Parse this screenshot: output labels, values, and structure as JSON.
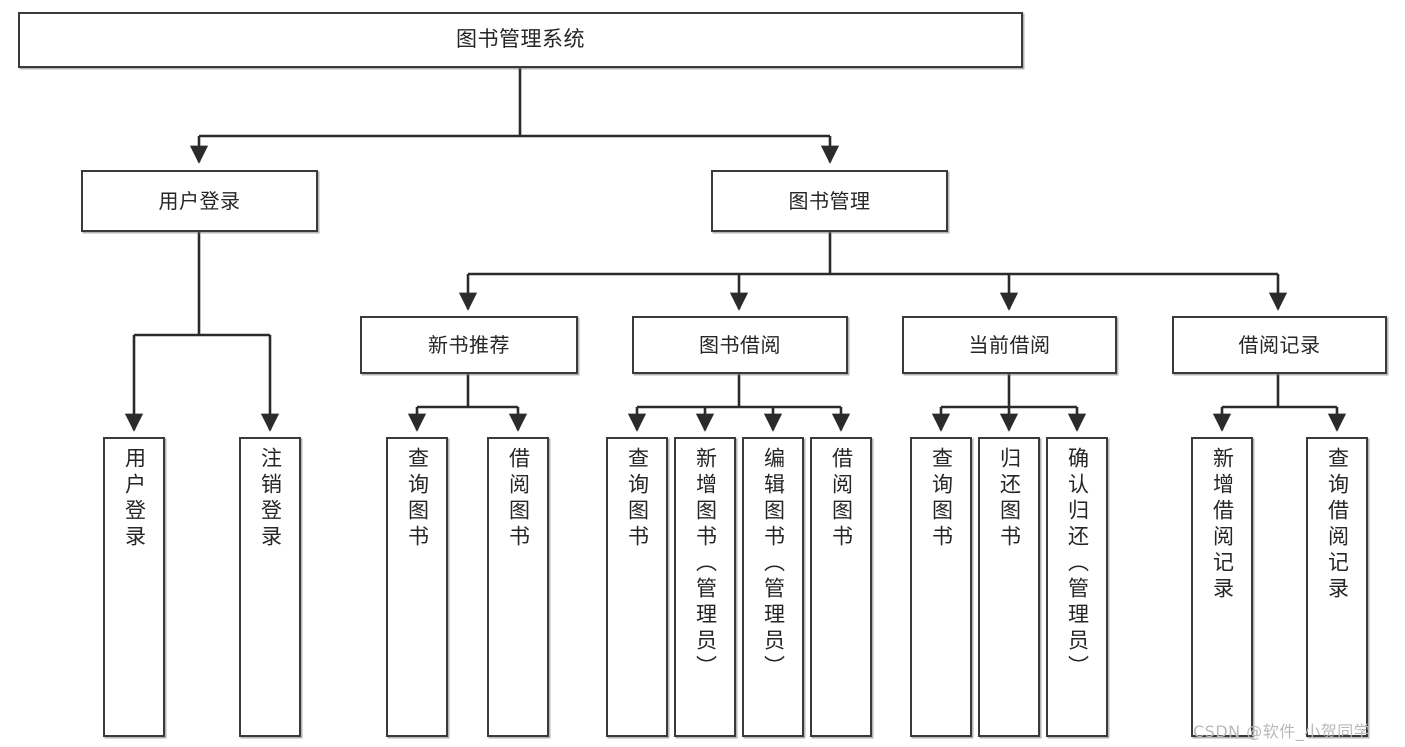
{
  "diagram": {
    "title": "图书管理系统",
    "type": "tree-hierarchy-diagram",
    "orientation": "top-down",
    "background_color": "#ffffff",
    "node_border_color": "#3a3a3a",
    "node_fill_color": "#ffffff",
    "edge_color": "#2b2b2b",
    "text_color": "#262626"
  },
  "root": {
    "label": "图书管理系统"
  },
  "level1": [
    {
      "label": "用户登录"
    },
    {
      "label": "图书管理"
    }
  ],
  "level2": [
    {
      "label": "新书推荐"
    },
    {
      "label": "图书借阅"
    },
    {
      "label": "当前借阅"
    },
    {
      "label": "借阅记录"
    }
  ],
  "leaves": {
    "user_login": [
      {
        "label": "用户登录"
      },
      {
        "label": "注销登录"
      }
    ],
    "new_book_recommend": [
      {
        "label": "查询图书"
      },
      {
        "label": "借阅图书"
      }
    ],
    "book_borrow": [
      {
        "label": "查询图书"
      },
      {
        "label": "新增图书（管理员）"
      },
      {
        "label": "编辑图书（管理员）"
      },
      {
        "label": "借阅图书"
      }
    ],
    "current_borrow": [
      {
        "label": "查询图书"
      },
      {
        "label": "归还图书"
      },
      {
        "label": "确认归还（管理员）"
      }
    ],
    "borrow_record": [
      {
        "label": "新增借阅记录"
      },
      {
        "label": "查询借阅记录"
      }
    ]
  },
  "watermark": {
    "text": "CSDN @软件_小贺同学"
  }
}
